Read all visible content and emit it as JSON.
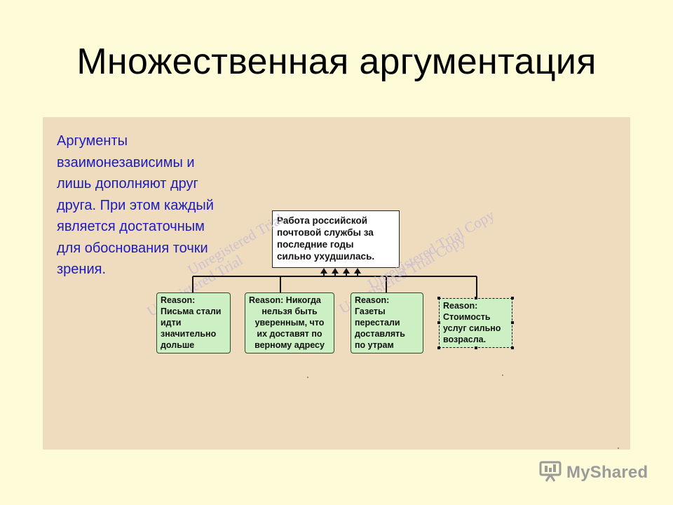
{
  "slide": {
    "title": "Множественная аргументация"
  },
  "explanation": {
    "lines": [
      "Аргументы",
      "взаимонезависимы и",
      "лишь дополняют друг",
      "друга. При этом каждый",
      "является достаточным",
      "для обоснования точки",
      "зрения."
    ]
  },
  "diagram": {
    "claim": {
      "lines": [
        "Работа российской",
        "почтовой службы за",
        "последние годы",
        "сильно ухудшилась."
      ]
    },
    "reasons": [
      {
        "head": "Reason:",
        "lines": [
          "Письма стали",
          "идти",
          "значительно",
          "дольше"
        ]
      },
      {
        "head": "Reason: Никогда",
        "lines": [
          "нельзя быть",
          "уверенным, что",
          "их доставят по",
          "верному адресу"
        ]
      },
      {
        "head": "Reason:",
        "lines": [
          "Газеты",
          "перестали",
          "доставлять",
          "по утрам"
        ]
      },
      {
        "head": "Reason:",
        "lines": [
          "Стоимость",
          "услуг сильно",
          "возрасла."
        ]
      }
    ],
    "watermarks": [
      "Unregistered Trial",
      "Unregistered Trial Copy",
      "Unregistered Trial",
      "Unregistered Trial Copy"
    ]
  },
  "branding": {
    "name": "MyShared",
    "icon": "myshared-logo-icon"
  },
  "colors": {
    "background": "#fdfbd8",
    "panel": "#efdcbf",
    "explanation_text": "#1c1cb8",
    "reason_fill": "#ccf0c4"
  }
}
